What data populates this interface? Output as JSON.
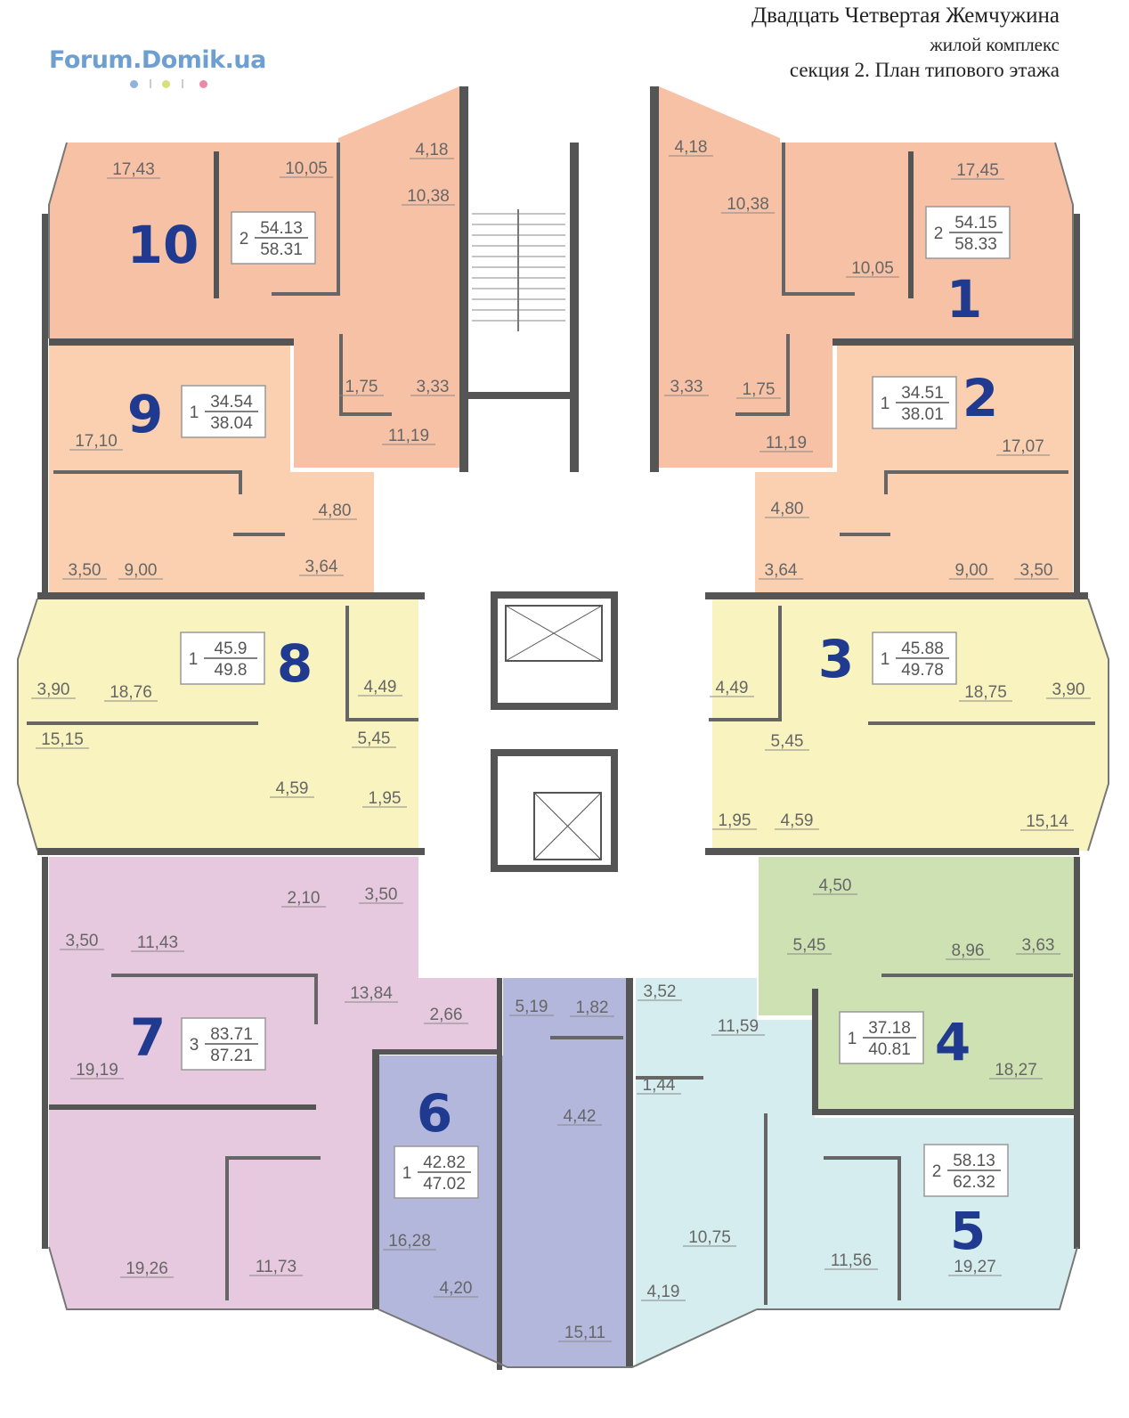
{
  "header": {
    "title": "Двадцать Четвертая Жемчужина",
    "subtitle": "жилой комплекс",
    "plan_title": "секция 2. План типового этажа"
  },
  "watermark": "Forum.Domik.ua",
  "colors": {
    "apt_1_10": "#f7c1a6",
    "apt_2_9": "#fbd0b0",
    "apt_3_8": "#f8f3bf",
    "apt_4": "#cde1b3",
    "apt_5": "#d5edee",
    "apt_6": "#b4b7dc",
    "apt_7": "#e6c8df",
    "wall": "#555555",
    "label": "#1f3a8f"
  },
  "apartments": [
    {
      "num": "10",
      "rooms": "2",
      "living": "54.13",
      "total": "58.31"
    },
    {
      "num": "1",
      "rooms": "2",
      "living": "54.15",
      "total": "58.33"
    },
    {
      "num": "9",
      "rooms": "1",
      "living": "34.54",
      "total": "38.04"
    },
    {
      "num": "2",
      "rooms": "1",
      "living": "34.51",
      "total": "38.01"
    },
    {
      "num": "8",
      "rooms": "1",
      "living": "45.9",
      "total": "49.8"
    },
    {
      "num": "3",
      "rooms": "1",
      "living": "45.88",
      "total": "49.78"
    },
    {
      "num": "7",
      "rooms": "3",
      "living": "83.71",
      "total": "87.21"
    },
    {
      "num": "6",
      "rooms": "1",
      "living": "42.82",
      "total": "47.02"
    },
    {
      "num": "4",
      "rooms": "1",
      "living": "37.18",
      "total": "40.81"
    },
    {
      "num": "5",
      "rooms": "2",
      "living": "58.13",
      "total": "62.32"
    }
  ],
  "room_areas": [
    "17,43",
    "10,05",
    "4,18",
    "10,38",
    "1,75",
    "3,33",
    "11,19",
    "4,18",
    "10,38",
    "17,45",
    "10,05",
    "3,33",
    "1,75",
    "11,19",
    "17,10",
    "4,80",
    "3,50",
    "9,00",
    "3,64",
    "17,07",
    "4,80",
    "3,64",
    "9,00",
    "3,50",
    "3,90",
    "18,76",
    "4,49",
    "15,15",
    "5,45",
    "4,59",
    "1,95",
    "4,49",
    "18,75",
    "3,90",
    "5,45",
    "1,95",
    "4,59",
    "15,14",
    "2,10",
    "3,50",
    "3,50",
    "11,43",
    "13,84",
    "2,66",
    "19,19",
    "19,26",
    "11,73",
    "5,19",
    "1,82",
    "4,42",
    "16,28",
    "4,20",
    "15,11",
    "3,52",
    "11,59",
    "1,44",
    "10,75",
    "4,19",
    "11,56",
    "19,27",
    "4,50",
    "5,45",
    "8,96",
    "3,63",
    "18,27"
  ]
}
